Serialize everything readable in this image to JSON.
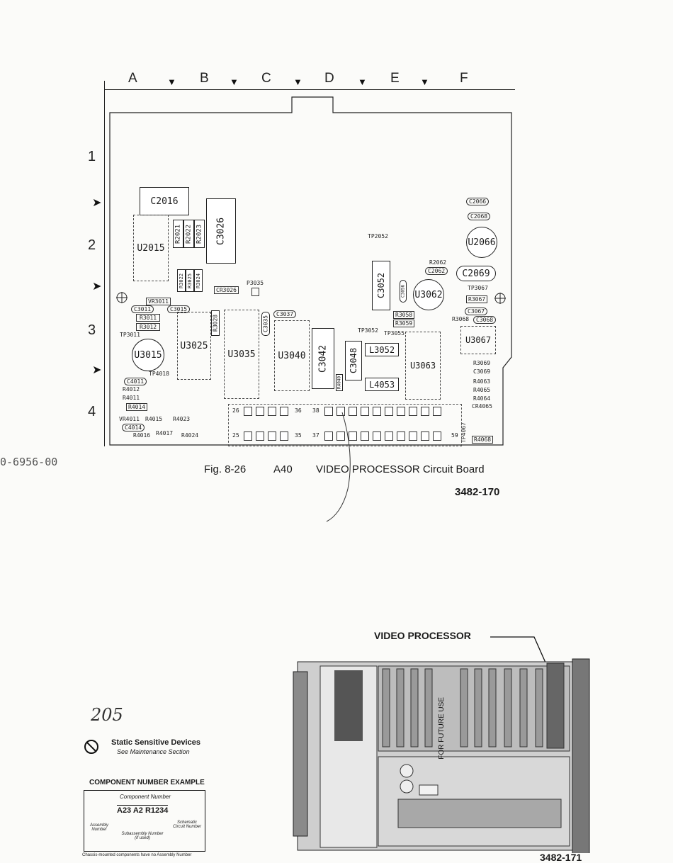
{
  "edge_text": "0-6956-00",
  "board": {
    "column_letters": [
      "A",
      "B",
      "C",
      "D",
      "E",
      "F"
    ],
    "row_numbers": [
      "1",
      "2",
      "3",
      "4"
    ],
    "chips": {
      "c2016": "C2016",
      "u2015": "U2015",
      "c3026": "C3026",
      "r2021": "R2021",
      "r2022": "R2022",
      "r2023": "R2023",
      "r3022": "R3022",
      "r3025": "R3025",
      "r3024": "R3024",
      "cr3026": "CR3026",
      "p3035": "P3035",
      "vr3011": "VR3011",
      "c3011": "C3011",
      "c3015": "C3015",
      "r3011": "R3011",
      "r3012": "R3012",
      "tp3011": "TP3011",
      "u3015": "U3015",
      "u3025": "U3025",
      "r3028": "R3028",
      "u3035": "U3035",
      "c3035": "C3035",
      "c3037": "C3037",
      "u3040": "U3040",
      "c3042": "C3042",
      "c3048": "C3048",
      "l3052": "L3052",
      "l4053": "L4053",
      "r4040": "R4040",
      "tp2052": "TP2052",
      "tp3052": "TP3052",
      "tp3055": "TP3055",
      "c3052": "C3052",
      "c3056": "C3056",
      "u3062": "U3062",
      "u3063": "U3063",
      "r3058": "R3058",
      "r3059": "R3059",
      "c2066": "C2066",
      "c2068": "C2068",
      "u2066": "U2066",
      "r2062": "R2062",
      "c2062": "C2062",
      "c2069": "C2069",
      "tp3067": "TP3067",
      "r3067": "R3067",
      "c3067": "C3067",
      "r3068": "R3068",
      "c3068": "C3068",
      "u3067": "U3067",
      "r3069": "R3069",
      "c3069": "C3069",
      "tp4018": "TP4018",
      "c4011": "C4011",
      "r4012": "R4012",
      "r4011": "R4011",
      "r4014": "R4014",
      "vr4011": "VR4011",
      "r4015": "R4015",
      "r4023": "R4023",
      "c4014": "C4014",
      "r4016": "R4016",
      "r4017": "R4017",
      "r4024": "R4024",
      "r4068": "R4068",
      "tp4067": "TP4067",
      "r4063": "R4063",
      "r4065": "R4065",
      "r4064": "R4064",
      "cr4065": "CR4065"
    },
    "pin_labels": {
      "p26": "26",
      "p36": "36",
      "p38": "38",
      "p25": "25",
      "p35": "35",
      "p37": "37",
      "p59": "59"
    }
  },
  "caption": {
    "fig": "Fig. 8-26",
    "assembly": "A40",
    "title": "VIDEO PROCESSOR Circuit Board",
    "number_top": "3482-170"
  },
  "handwritten": "205",
  "static": {
    "title": "Static Sensitive Devices",
    "subtitle": "See Maintenance Section"
  },
  "component_example": {
    "title": "COMPONENT NUMBER EXAMPLE",
    "component_number": "Component Number",
    "value": "A23 A2 R1234",
    "assembly_number": "Assembly Number",
    "subassembly": "Subassembly Number (if used)",
    "schematic": "Schematic Circuit Number",
    "footnote": "Chassis-mounted components have no Assembly Number"
  },
  "chassis": {
    "callout": "VIDEO PROCESSOR",
    "future_use": "FOR FUTURE USE",
    "number_bottom": "3482-171"
  }
}
